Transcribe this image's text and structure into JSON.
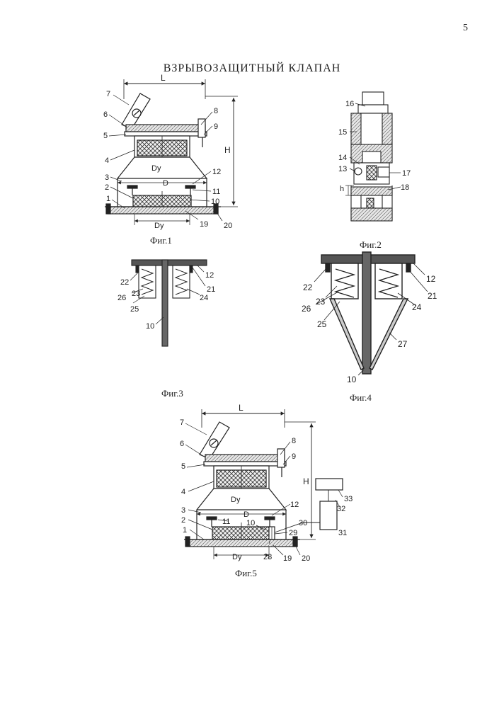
{
  "page": {
    "number": "5",
    "title": "ВЗРЫВОЗАЩИТНЫЙ  КЛАПАН"
  },
  "fig1": {
    "caption": "Фиг.1",
    "dims": {
      "L": "L",
      "H": "H",
      "Dy_upper": "Dy",
      "D": "D",
      "Dy_lower": "Dy"
    },
    "labels": {
      "n1": "1",
      "n2": "2",
      "n3": "3",
      "n4": "4",
      "n5": "5",
      "n6": "6",
      "n7": "7",
      "n8": "8",
      "n9": "9",
      "n10": "10",
      "n11": "11",
      "n12": "12",
      "n19": "19",
      "n20": "20"
    }
  },
  "fig2": {
    "caption": "Фиг.2",
    "labels": {
      "n13": "13",
      "n14": "14",
      "n15": "15",
      "n16": "16",
      "n17": "17",
      "n18": "18",
      "h": "h"
    }
  },
  "fig3": {
    "caption": "Фиг.3",
    "labels": {
      "n10": "10",
      "n12": "12",
      "n21": "21",
      "n22": "22",
      "n23": "23",
      "n24": "24",
      "n25": "25",
      "n26": "26"
    }
  },
  "fig4": {
    "caption": "Фиг.4",
    "labels": {
      "n10": "10",
      "n12": "12",
      "n21": "21",
      "n22": "22",
      "n23": "23",
      "n24": "24",
      "n25": "25",
      "n26": "26",
      "n27": "27"
    }
  },
  "fig5": {
    "caption": "Фиг.5",
    "dims": {
      "L": "L",
      "H": "H",
      "Dy_upper": "Dy",
      "D": "D",
      "Dy_lower": "Dy"
    },
    "labels": {
      "n1": "1",
      "n2": "2",
      "n3": "3",
      "n4": "4",
      "n5": "5",
      "n6": "6",
      "n7": "7",
      "n8": "8",
      "n9": "9",
      "n10": "10",
      "n11": "11",
      "n12": "12",
      "n19": "19",
      "n20": "20",
      "n28": "28",
      "n29": "29",
      "n30": "30",
      "n31": "31",
      "n32": "32",
      "n33": "33"
    }
  }
}
